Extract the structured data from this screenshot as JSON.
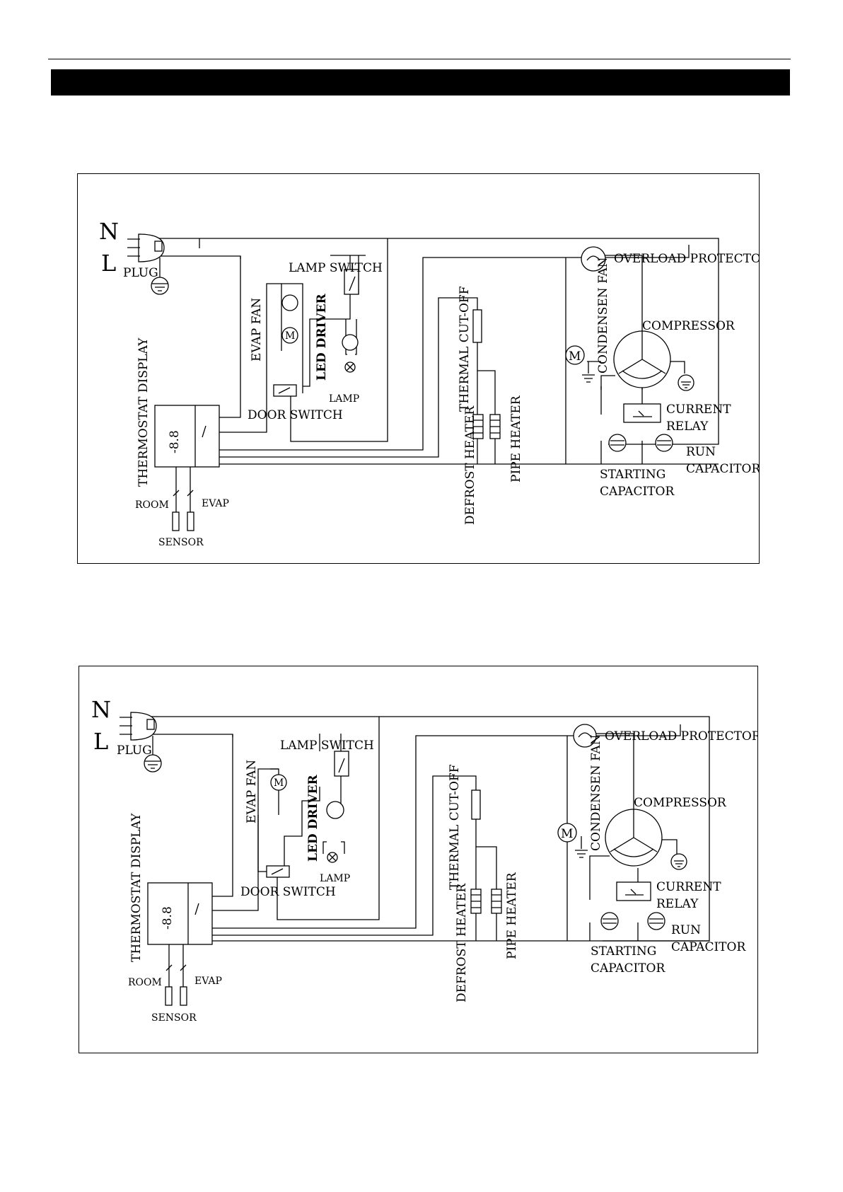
{
  "labels": {
    "n": "N",
    "l": "L",
    "plug": "PLUG",
    "lamp_switch": "LAMP SWITCH",
    "evap_fan": "EVAP FAN",
    "led_driver": "LED DRIVER",
    "lamp": "LAMP",
    "door_switch": "DOOR SWITCH",
    "thermostat_display": "THERMOSTAT DISPLAY",
    "display_digits": "-8.8",
    "room": "ROOM",
    "evap": "EVAP",
    "sensor": "SENSOR",
    "thermal_cutoff": "THERMAL CUT-OFF",
    "defrost_heater": "DEFROST HEATER",
    "pipe_heater": "PIPE HEATER",
    "overload_protector": "OVERLOAD PROTECTOR",
    "condensen_fan": "CONDENSEN FAN",
    "compressor": "COMPRESSOR",
    "current": "CURRENT",
    "relay": "RELAY",
    "run": "RUN",
    "capacitor": "CAPACITOR",
    "starting": "STARTING",
    "motor": "M"
  }
}
